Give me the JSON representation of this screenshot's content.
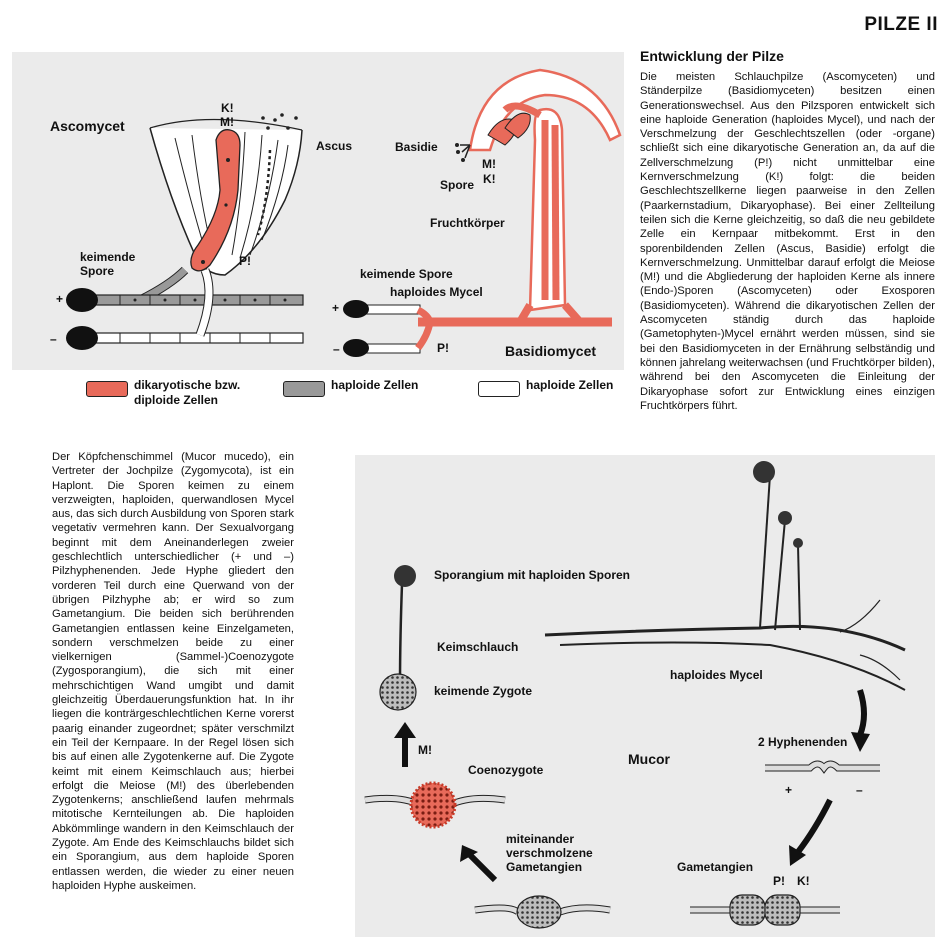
{
  "page": {
    "title": "PILZE II"
  },
  "colors": {
    "dikaryotic": "#e86a5a",
    "haploid_grey": "#999999",
    "haploid_white": "#ffffff",
    "panel_bg": "#ebebeb"
  },
  "top_diagram": {
    "ascomycet": {
      "title": "Ascomycet",
      "label_km": "K!\nM!",
      "label_k": "K!",
      "label_m": "M!",
      "label_ascus": "Ascus",
      "label_keimende_spore_1": "keimende",
      "label_keimende_spore_2": "Spore",
      "label_p": "P!",
      "label_plus": "+",
      "label_minus": "–"
    },
    "basidiomycet": {
      "title": "Basidiomycet",
      "label_basidie": "Basidie",
      "label_spore": "Spore",
      "label_m": "M!",
      "label_k": "K!",
      "label_fruchtkoerper": "Fruchtkörper",
      "label_keimende_spore": "keimende Spore",
      "label_haploides_mycel": "haploides Mycel",
      "label_p": "P!",
      "label_plus": "+",
      "label_minus": "–"
    }
  },
  "legend": [
    {
      "label_1": "dikaryotische bzw.",
      "label_2": "diploide Zellen",
      "color": "#e86a5a"
    },
    {
      "label_1": "haploide Zellen",
      "label_2": "",
      "color": "#999999"
    },
    {
      "label_1": "haploide Zellen",
      "label_2": "",
      "color": "#ffffff"
    }
  ],
  "intro": {
    "heading": "Entwicklung der Pilze",
    "text": "Die meisten Schlauchpilze (Ascomyceten) und Ständerpilze (Basidiomyceten) besitzen einen Generationswechsel. Aus den Pilzsporen entwickelt sich eine haploide Generation (haploides Mycel), und nach der Verschmelzung der Geschlechtszellen (oder -organe) schließt sich eine dikaryotische Generation an, da auf die Zellverschmelzung (P!) nicht unmittelbar eine Kernverschmelzung (K!) folgt: die beiden Geschlechtszellkerne liegen paarweise in den Zellen (Paarkernstadium, Dikaryophase). Bei einer Zellteilung teilen sich die Kerne gleichzeitig, so daß die neu gebildete Zelle ein Kernpaar mitbekommt. Erst in den sporenbildenden Zellen (Ascus, Basidie) erfolgt die Kernverschmelzung. Unmittelbar darauf erfolgt die Meiose (M!) und die Abgliederung der haploiden Kerne als innere (Endo-)Sporen (Ascomyceten) oder Exosporen (Basidiomyceten). Während die dikaryotischen Zellen der Ascomyceten ständig durch das haploide (Gametophyten-)Mycel ernährt werden müssen, sind sie bei den Basidiomyceten in der Ernährung selbständig und können jahrelang weiterwachsen (und Fruchtkörper bilden), während bei den Ascomyceten die Einleitung der Dikaryophase sofort zur Entwicklung eines einzigen Fruchtkörpers führt."
  },
  "mucor_text": "Der Köpfchenschimmel (Mucor mucedo), ein Vertreter der Jochpilze (Zygomycota), ist ein Haplont. Die Sporen keimen zu einem verzweigten, haploiden, querwandlosen Mycel aus, das sich durch Ausbildung von Sporen stark vegetativ vermehren kann. Der Sexualvorgang beginnt mit dem Aneinanderlegen zweier geschlechtlich unterschiedlicher (+ und –) Pilzhyphenenden. Jede Hyphe gliedert den vorderen Teil durch eine Querwand von der übrigen Pilzhyphe ab; er wird so zum Gametangium. Die beiden sich berührenden Gametangien entlassen keine Einzelgameten, sondern verschmelzen beide zu einer vielkernigen (Sammel-)Coenozygote (Zygosporangium), die sich mit einer mehrschichtigen Wand umgibt und damit gleichzeitig Überdauerungsfunktion hat. In ihr liegen die konträrgeschlechtlichen Kerne vorerst paarig einander zugeordnet; später verschmilzt ein Teil der Kernpaare. In der Regel lösen sich bis auf einen alle Zygotenkerne auf. Die Zygote keimt mit einem Keimschlauch aus; hierbei erfolgt die Meiose (M!) des überlebenden Zygotenkerns; anschließend laufen mehrmals mitotische Kernteilungen ab. Die haploiden Abkömmlinge wandern in den Keimschlauch der Zygote. Am Ende des Keimschlauchs bildet sich ein Sporangium, aus dem haploide Sporen entlassen werden, die wieder zu einer neuen haploiden Hyphe auskeimen.",
  "mucor_diagram": {
    "title": "Mucor",
    "label_sporangium": "Sporangium mit haploiden Sporen",
    "label_keimschlauch": "Keimschlauch",
    "label_keimende_zygote": "keimende Zygote",
    "label_haploides_mycel": "haploides Mycel",
    "label_hyphenenden": "2 Hyphenenden",
    "label_plus": "+",
    "label_minus": "–",
    "label_m": "M!",
    "label_coenozygote": "Coenozygote",
    "label_verschmolzene_1": "miteinander",
    "label_verschmolzene_2": "verschmolzene",
    "label_verschmolzene_3": "Gametangien",
    "label_gametangien": "Gametangien",
    "label_p": "P!",
    "label_k": "K!"
  }
}
